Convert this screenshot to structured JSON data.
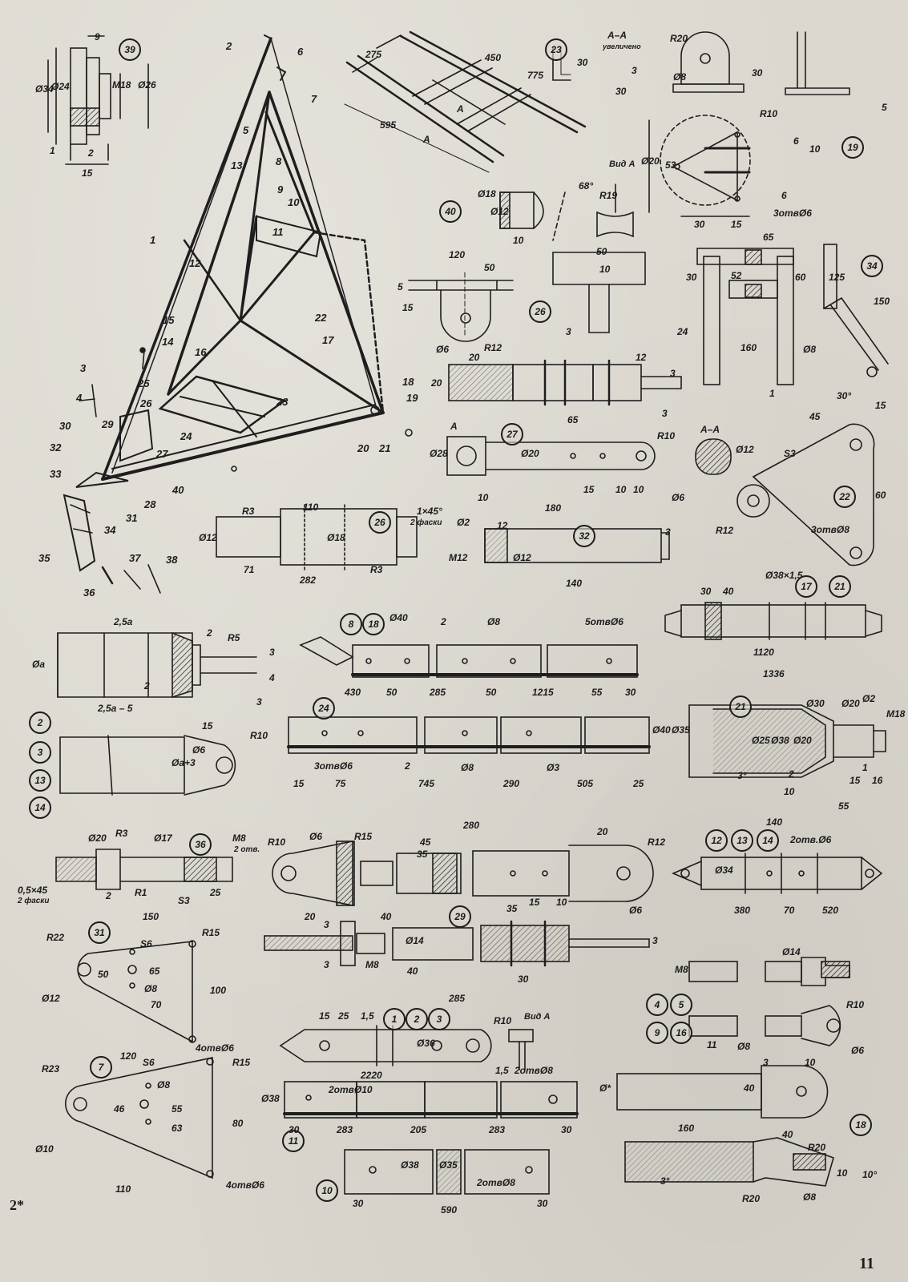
{
  "page": {
    "page_number": "11",
    "corner_mark": "2*"
  },
  "assembly_callouts": [
    "1",
    "2",
    "3",
    "4",
    "5",
    "6",
    "7",
    "8",
    "9",
    "10",
    "11",
    "12",
    "13",
    "14",
    "15",
    "16",
    "17",
    "18",
    "19",
    "20",
    "21",
    "22",
    "23",
    "24",
    "25",
    "26",
    "27",
    "28",
    "29",
    "30",
    "31",
    "32",
    "33",
    "34",
    "35",
    "36",
    "37",
    "38",
    "40"
  ],
  "parts": {
    "p39": {
      "id": "39",
      "dims": [
        "9",
        "Ø34",
        "Ø24",
        "M18",
        "Ø26",
        "1",
        "2",
        "15"
      ]
    },
    "p23": {
      "id": "23",
      "dims": [
        "275",
        "450",
        "775",
        "595",
        "A",
        "A"
      ],
      "section": "A–A",
      "section_note": "увеличено",
      "section_dims": [
        "30",
        "3",
        "30"
      ]
    },
    "p19": {
      "id": "19",
      "dims": [
        "R20",
        "Ø8",
        "30",
        "5",
        "R10",
        "Ø20",
        "53",
        "6",
        "10",
        "6",
        "30",
        "15"
      ],
      "holes": "3отвØ6"
    },
    "p40": {
      "id": "40",
      "dims": [
        "Ø18",
        "Ø12",
        "10",
        "68°",
        "R19"
      ],
      "view": "Вид А"
    },
    "p26a": {
      "id": "26",
      "dims": [
        "120",
        "50",
        "5",
        "15",
        "Ø6",
        "R12",
        "50",
        "10",
        "3"
      ]
    },
    "p34": {
      "id": "34",
      "dims": [
        "65",
        "30",
        "52",
        "60",
        "24",
        "160",
        "Ø8",
        "1",
        "125",
        "150",
        "30°",
        "15"
      ]
    },
    "p27": {
      "id": "27",
      "dims": [
        "20",
        "20",
        "12",
        "3",
        "3",
        "65",
        "A",
        "Ø28",
        "Ø20",
        "R10",
        "10",
        "15",
        "10",
        "10",
        "180",
        "Ø6"
      ],
      "section": "A–A",
      "section_dim": "Ø12"
    },
    "p22": {
      "id": "22",
      "dims": [
        "45",
        "S3",
        "60",
        "R12"
      ],
      "holes": "3отвØ8"
    },
    "p26b": {
      "id": "26",
      "dims": [
        "R3",
        "110",
        "Ø12",
        "Ø18",
        "71",
        "282",
        "R3"
      ],
      "chamfer": "1×45°",
      "chamfer_note": "2 фаски"
    },
    "p32": {
      "id": "32",
      "dims": [
        "Ø2",
        "12",
        "3",
        "M12",
        "Ø12",
        "140"
      ]
    },
    "p17_21": {
      "ids": [
        "17",
        "21"
      ],
      "dims": [
        "30",
        "40",
        "Ø38×1,5",
        "1120",
        "1336"
      ]
    },
    "p2": {
      "ids": [
        "2",
        "3",
        "13",
        "14"
      ],
      "dims": [
        "2,5a",
        "2",
        "R5",
        "Øa",
        "2",
        "3",
        "4",
        "3",
        "2,5a – 5",
        "15",
        "R10",
        "Ø6",
        "Øa+3"
      ]
    },
    "p8_18": {
      "ids": [
        "8",
        "18"
      ],
      "dims": [
        "Ø40",
        "2",
        "Ø8",
        "430",
        "50",
        "285",
        "50",
        "1215",
        "55",
        "30"
      ],
      "holes": "5отвØ6"
    },
    "p24": {
      "id": "24",
      "dims": [
        "Ø40",
        "Ø35",
        "2",
        "Ø8",
        "Ø3",
        "15",
        "75",
        "745",
        "290",
        "505",
        "25"
      ],
      "holes": "3отвØ6"
    },
    "p21": {
      "id": "21",
      "dims": [
        "Ø30",
        "Ø20",
        "Ø2",
        "M18",
        "Ø25",
        "Ø38",
        "Ø20",
        "3°",
        "2",
        "10",
        "15",
        "16",
        "1",
        "55",
        "140"
      ]
    },
    "p36": {
      "id": "36",
      "dims": [
        "Ø20",
        "R3",
        "Ø17",
        "M8",
        "R1",
        "2",
        "25",
        "S3",
        "150"
      ],
      "chamfer": "0,5×45",
      "chamfer_note": "2 фаски",
      "holes": "2 отв."
    },
    "p29": {
      "id": "29",
      "dims": [
        "280",
        "R10",
        "Ø6",
        "R15",
        "45",
        "35",
        "20",
        "R12",
        "20",
        "40",
        "15",
        "10",
        "Ø6"
      ]
    },
    "p12_14": {
      "ids": [
        "12",
        "13",
        "14"
      ],
      "dims": [
        "Ø34",
        "380",
        "70",
        "520"
      ],
      "holes": "2отв.Ø6"
    },
    "p28": {
      "dims": [
        "3",
        "Ø14",
        "3",
        "M8",
        "40",
        "35",
        "30",
        "285",
        "3"
      ]
    },
    "p4_16": {
      "ids": [
        "4",
        "5",
        "9",
        "16"
      ],
      "dims": [
        "Ø14",
        "M8",
        "R10",
        "11",
        "Ø8",
        "3",
        "10",
        "Ø6"
      ]
    },
    "p31": {
      "id": "31",
      "dims": [
        "S6",
        "R15",
        "R22",
        "65",
        "50",
        "Ø8",
        "70",
        "100",
        "Ø12",
        "120"
      ],
      "holes": "4отвØ6"
    },
    "p1_3": {
      "ids": [
        "1",
        "2",
        "3"
      ],
      "dims": [
        "15",
        "25",
        "1,5",
        "R10",
        "Ø36",
        "2220"
      ],
      "view": "Вид А"
    },
    "p7": {
      "id": "7",
      "dims": [
        "S6",
        "R15",
        "R23",
        "Ø8",
        "46",
        "55",
        "80",
        "63",
        "Ø10",
        "110"
      ],
      "holes": "4отвØ6"
    },
    "p11": {
      "id": "11",
      "dims": [
        "Ø38",
        "1,5",
        "30",
        "283",
        "205",
        "283",
        "30"
      ],
      "holes": [
        "2отвØ10",
        "2отвØ8"
      ]
    },
    "p10": {
      "id": "10",
      "dims": [
        "Ø38",
        "Ø35",
        "30",
        "590",
        "30"
      ],
      "holes": "2отвØ8"
    },
    "p18": {
      "id": "18",
      "dims": [
        "Ø*",
        "40",
        "160",
        "3°",
        "40",
        "R20",
        "10",
        "10°",
        "R20",
        "Ø8"
      ]
    }
  }
}
